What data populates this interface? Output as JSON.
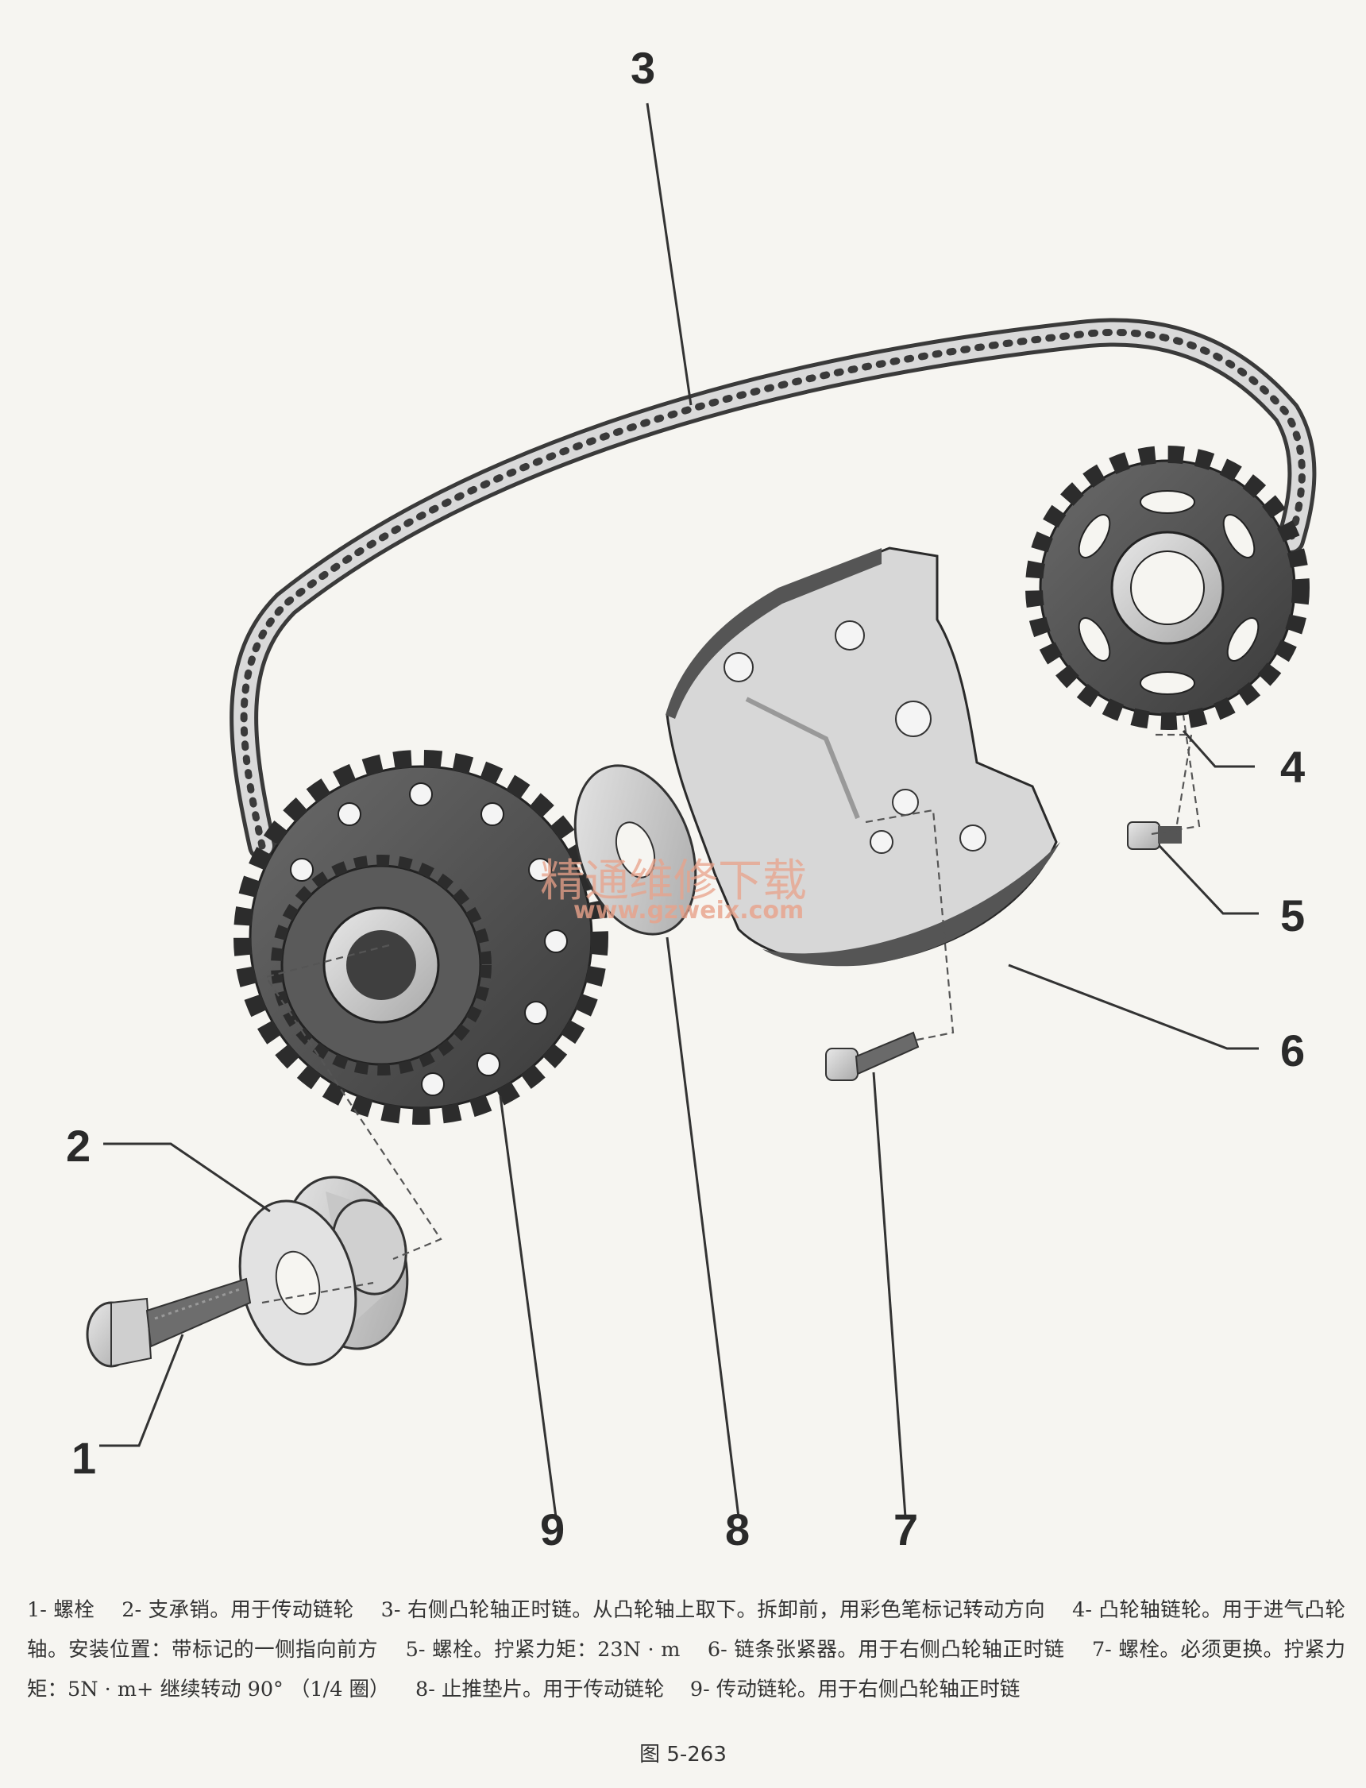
{
  "watermark": {
    "cn": "精通维修下载",
    "url": "www.gzweix.com"
  },
  "callouts": [
    "1",
    "2",
    "3",
    "4",
    "5",
    "6",
    "7",
    "8",
    "9"
  ],
  "caption": [
    "1- 螺栓",
    "2- 支承销。用于传动链轮",
    "3- 右侧凸轮轴正时链。从凸轮轴上取下。拆卸前，用彩色笔标记转动方向",
    "4- 凸轮轴链轮。用于进气凸轮轴。安装位置：带标记的一侧指向前方",
    "5- 螺栓。拧紧力矩：23N · m",
    "6- 链条张紧器。用于右侧凸轮轴正时链",
    "7- 螺栓。必须更换。拧紧力矩：5N · m+ 继续转动 90° （1/4 圈）",
    "8- 止推垫片。用于传动链轮",
    "9- 传动链轮。用于右侧凸轮轴正时链"
  ],
  "figure_number": "图 5-263"
}
